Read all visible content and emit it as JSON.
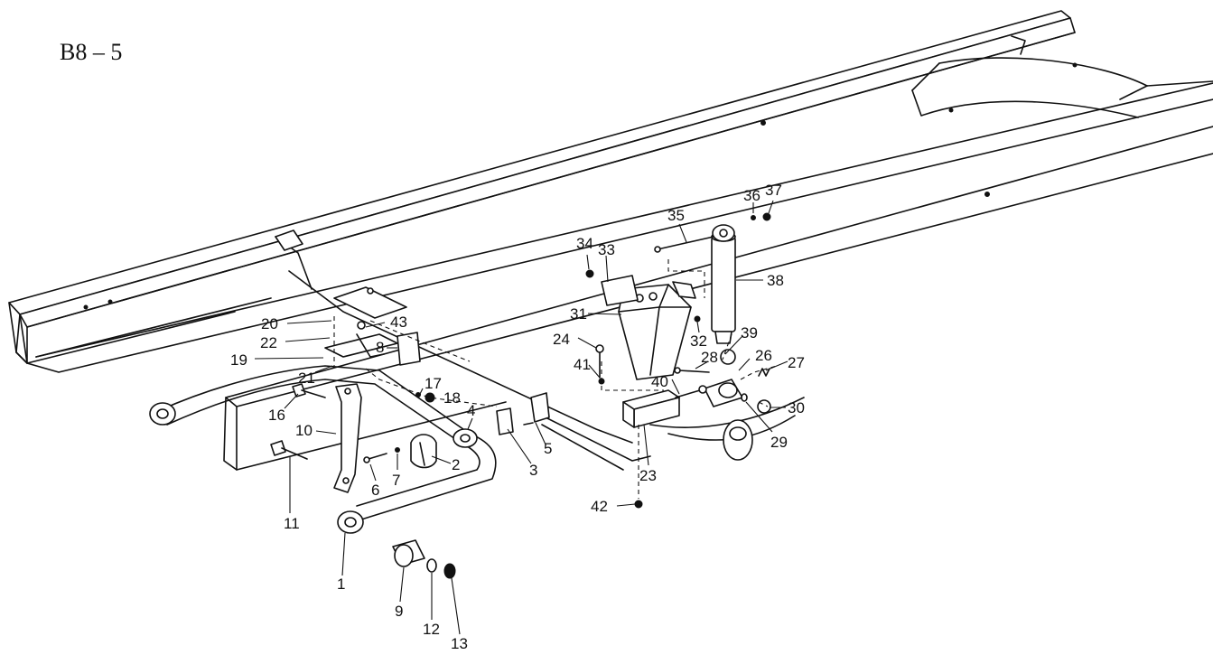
{
  "diagram": {
    "title": "B8 – 5",
    "parts": [
      {
        "id": "p1",
        "label": "1"
      },
      {
        "id": "p2",
        "label": "2"
      },
      {
        "id": "p3",
        "label": "3"
      },
      {
        "id": "p4",
        "label": "4"
      },
      {
        "id": "p5",
        "label": "5"
      },
      {
        "id": "p6",
        "label": "6"
      },
      {
        "id": "p7",
        "label": "7"
      },
      {
        "id": "p9",
        "label": "9"
      },
      {
        "id": "p10",
        "label": "10"
      },
      {
        "id": "p11",
        "label": "11"
      },
      {
        "id": "p12",
        "label": "12"
      },
      {
        "id": "p13",
        "label": "13"
      },
      {
        "id": "p16",
        "label": "16"
      },
      {
        "id": "p17",
        "label": "17"
      },
      {
        "id": "p18",
        "label": "18"
      },
      {
        "id": "p19",
        "label": "19"
      },
      {
        "id": "p20",
        "label": "20"
      },
      {
        "id": "p21",
        "label": "21"
      },
      {
        "id": "p22",
        "label": "22"
      },
      {
        "id": "p23",
        "label": "23"
      },
      {
        "id": "p24",
        "label": "24"
      },
      {
        "id": "p26",
        "label": "26"
      },
      {
        "id": "p27",
        "label": "27"
      },
      {
        "id": "p28",
        "label": "28"
      },
      {
        "id": "p29",
        "label": "29"
      },
      {
        "id": "p30",
        "label": "30"
      },
      {
        "id": "p31",
        "label": "31"
      },
      {
        "id": "p32",
        "label": "32"
      },
      {
        "id": "p33",
        "label": "33"
      },
      {
        "id": "p34",
        "label": "34"
      },
      {
        "id": "p35",
        "label": "35"
      },
      {
        "id": "p36",
        "label": "36"
      },
      {
        "id": "p37",
        "label": "37"
      },
      {
        "id": "p38",
        "label": "38"
      },
      {
        "id": "p39",
        "label": "39"
      },
      {
        "id": "p40",
        "label": "40"
      },
      {
        "id": "p41",
        "label": "41"
      },
      {
        "id": "p42",
        "label": "42"
      },
      {
        "id": "p43",
        "label": "43"
      },
      {
        "id": "p8",
        "label": "8"
      }
    ]
  }
}
